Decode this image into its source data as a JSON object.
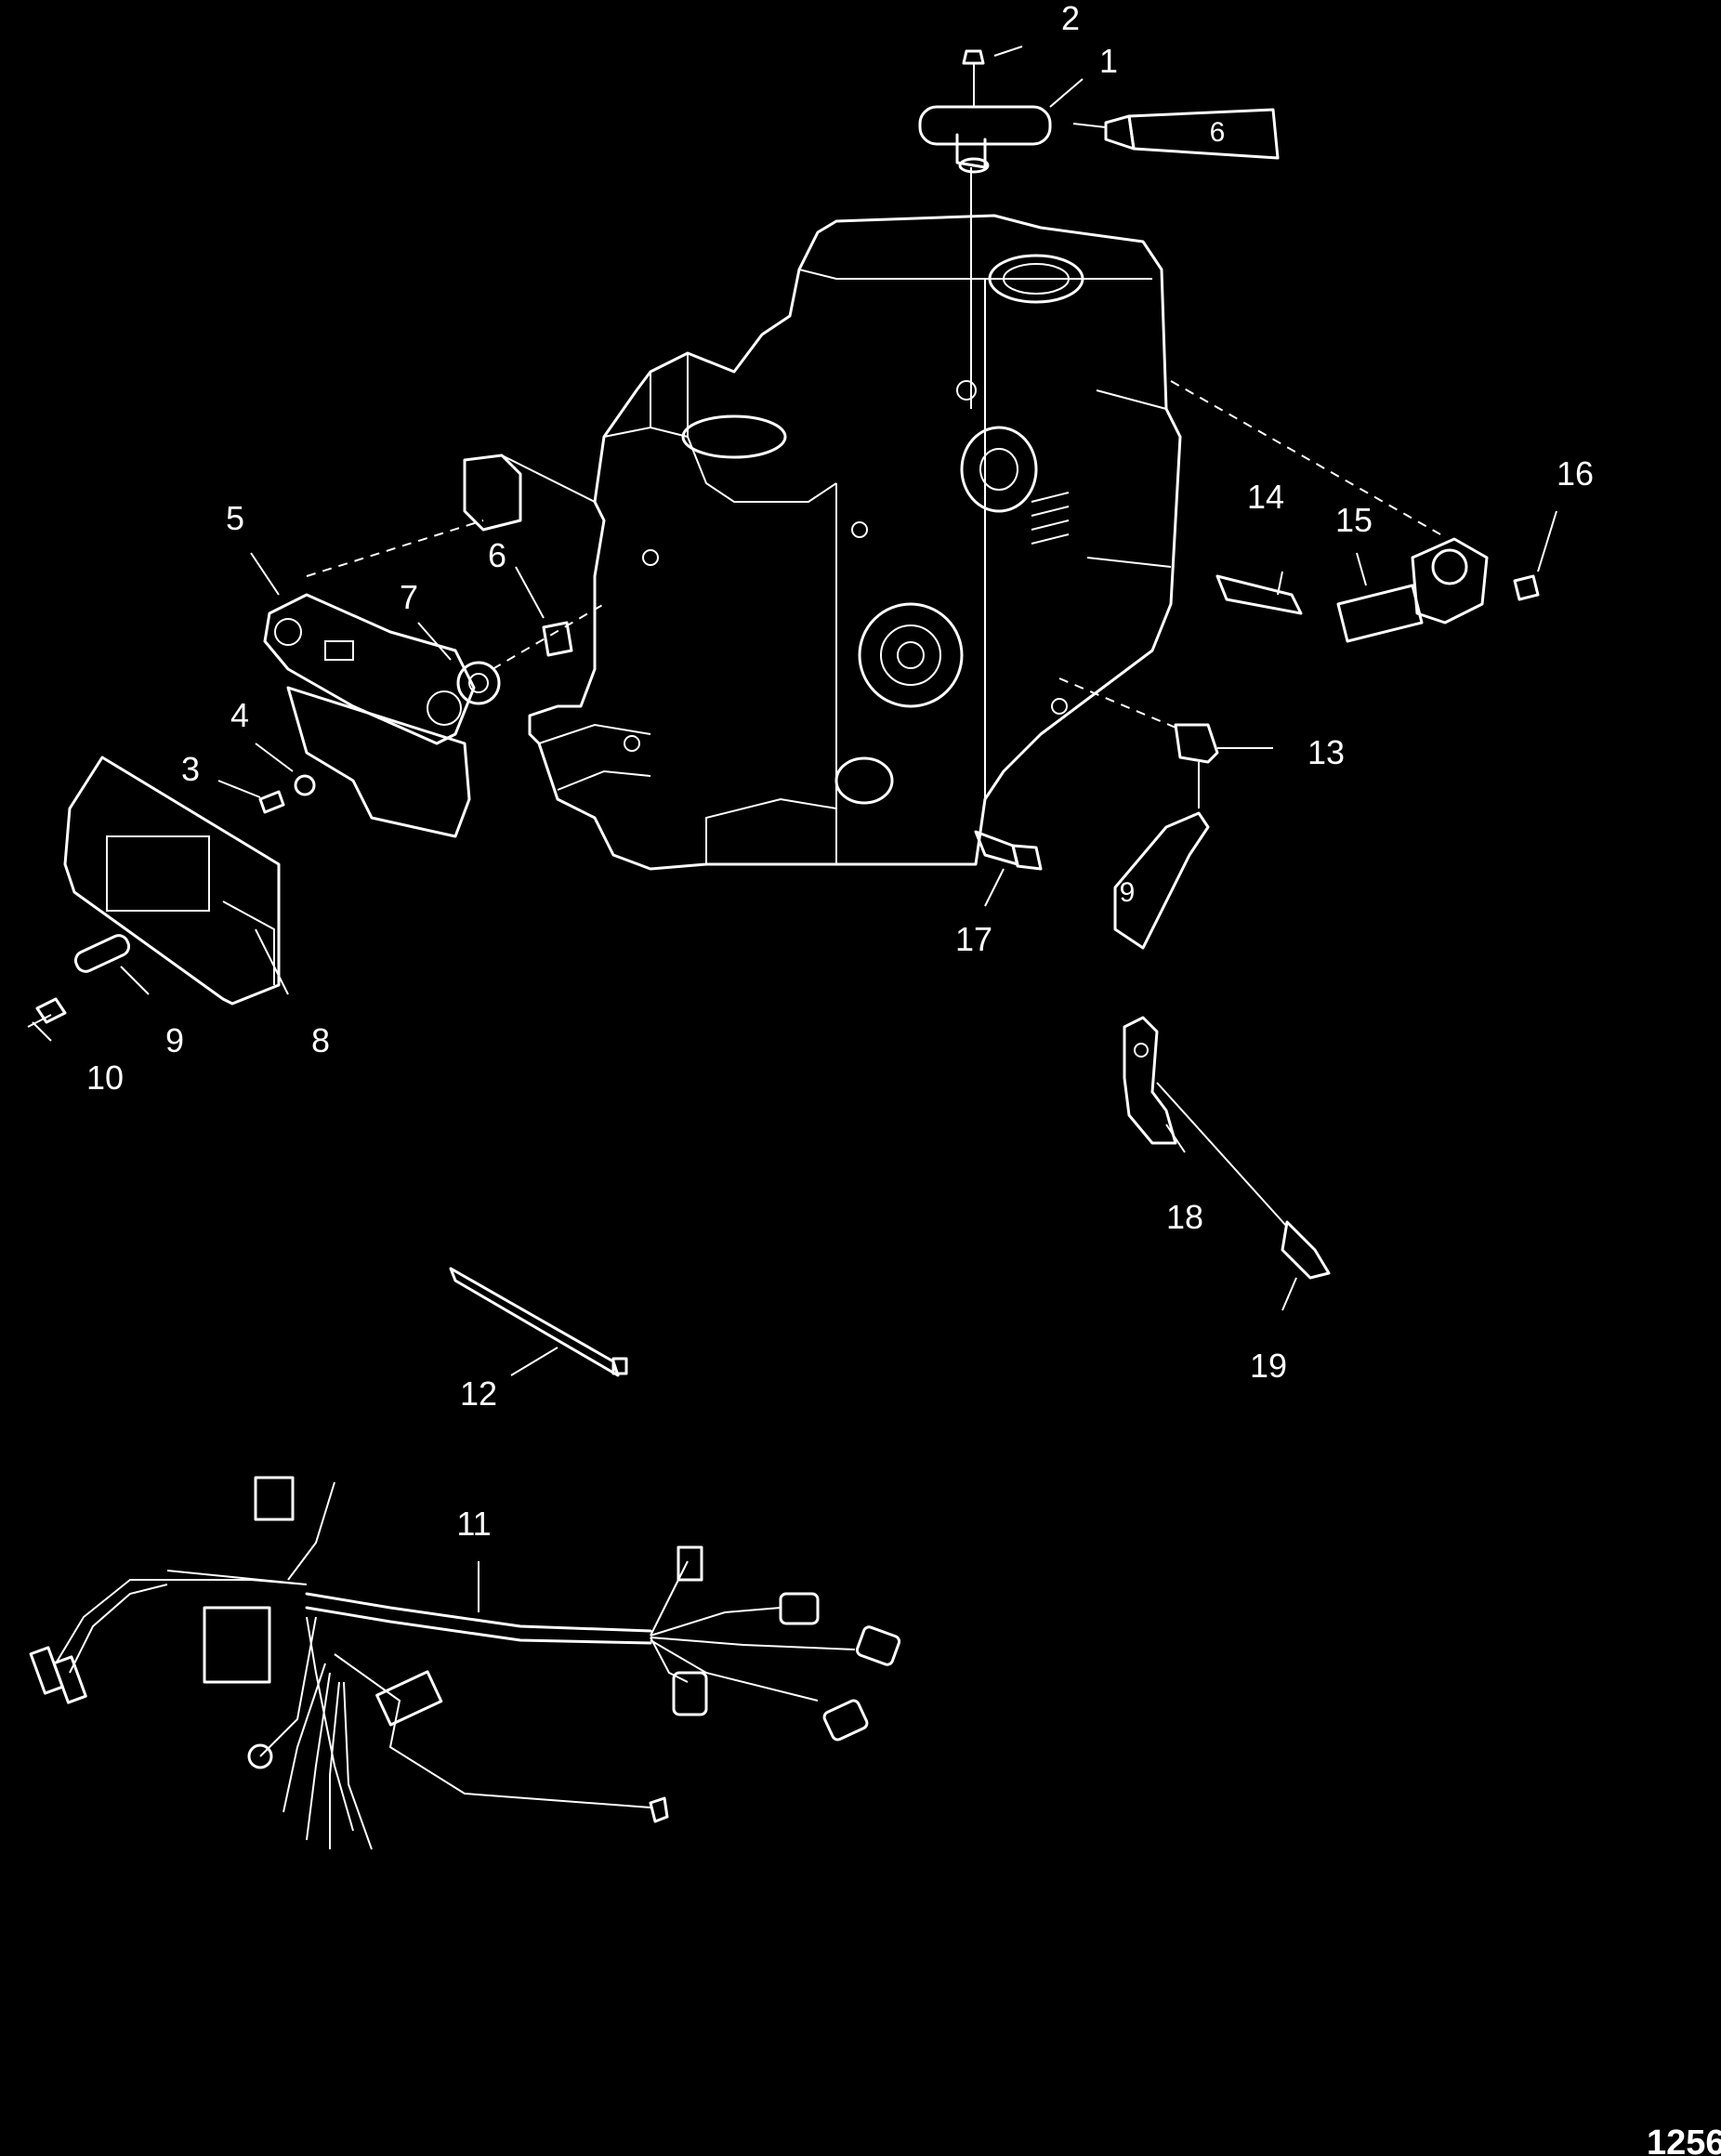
{
  "callouts": {
    "c1": "1",
    "c2": "2",
    "c3": "3",
    "c4": "4",
    "c5": "5",
    "c6a": "6",
    "c6b": "6",
    "c7": "7",
    "c8": "8",
    "c9a": "9",
    "c9b": "9",
    "c10": "10",
    "c11": "11",
    "c12": "12",
    "c13": "13",
    "c14": "14",
    "c15": "15",
    "c16": "16",
    "c17": "17",
    "c18": "18",
    "c19": "19"
  },
  "figure_ref": "1256"
}
